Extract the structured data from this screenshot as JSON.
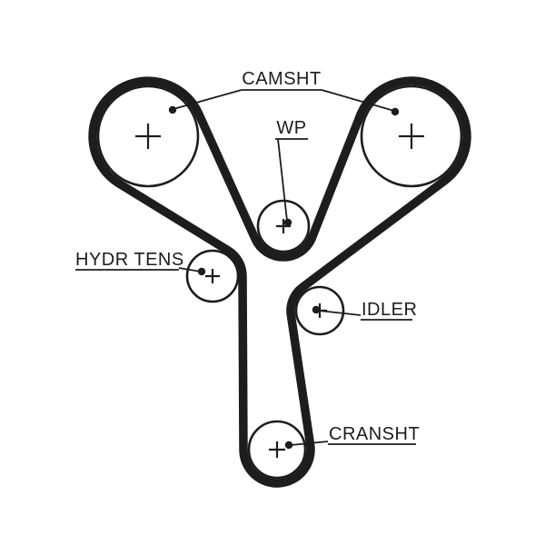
{
  "labels": {
    "camshaft": "CAMSHT",
    "water_pump": "WP",
    "hydraulic_tensioner": "HYDR TENS",
    "idler": "IDLER",
    "crankshaft": "CRANSHT"
  },
  "colors": {
    "ink": "#1d1d1d",
    "background": "#ffffff"
  }
}
